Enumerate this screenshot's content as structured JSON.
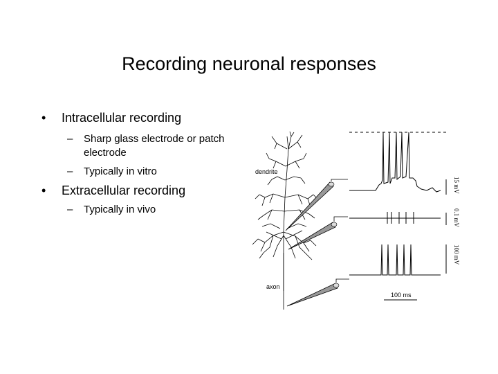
{
  "slide": {
    "title": "Recording neuronal responses",
    "bullets": [
      {
        "text": "Intracellular recording",
        "sub": [
          "Sharp glass electrode or patch electrode",
          "Typically in vitro"
        ]
      },
      {
        "text": "Extracellular recording",
        "sub": [
          "Typically in vivo"
        ]
      }
    ],
    "bullet_char": "•",
    "dash_char": "–"
  },
  "figure": {
    "labels": {
      "dendrite": "dendrite",
      "axon": "axon",
      "scale_time": "100 ms",
      "scale_v1": "15 mV",
      "scale_v2": "0.1 mV",
      "scale_v3": "100 mV"
    }
  }
}
